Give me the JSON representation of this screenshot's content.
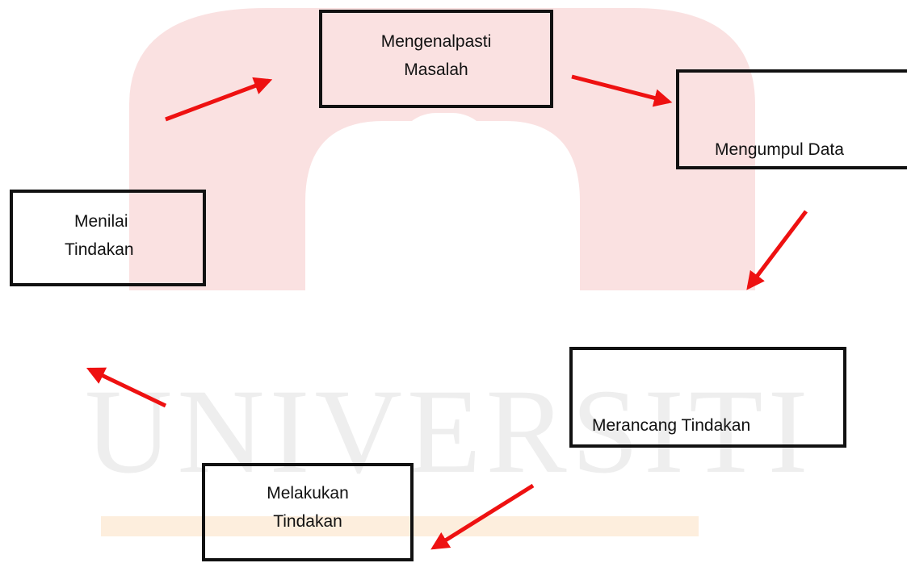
{
  "diagram": {
    "type": "cycle",
    "steps": [
      {
        "id": "identify",
        "label_lines": [
          "Mengenalpasti",
          "Masalah"
        ]
      },
      {
        "id": "collect",
        "label_lines": [
          "Mengumpul Data"
        ]
      },
      {
        "id": "plan",
        "label_lines": [
          "Merancang Tindakan"
        ]
      },
      {
        "id": "do",
        "label_lines": [
          "Melakukan",
          "Tindakan"
        ]
      },
      {
        "id": "evaluate",
        "label_lines": [
          "Menilai",
          "Tindakan"
        ]
      }
    ],
    "watermark": {
      "text": "UNIVERSITI",
      "logo_color": "#f6c8c8",
      "text_color": "#eeeeee",
      "bar_color": "#fbe3c6"
    },
    "colors": {
      "arrow": "#ee1111",
      "box_border": "#111111"
    }
  }
}
